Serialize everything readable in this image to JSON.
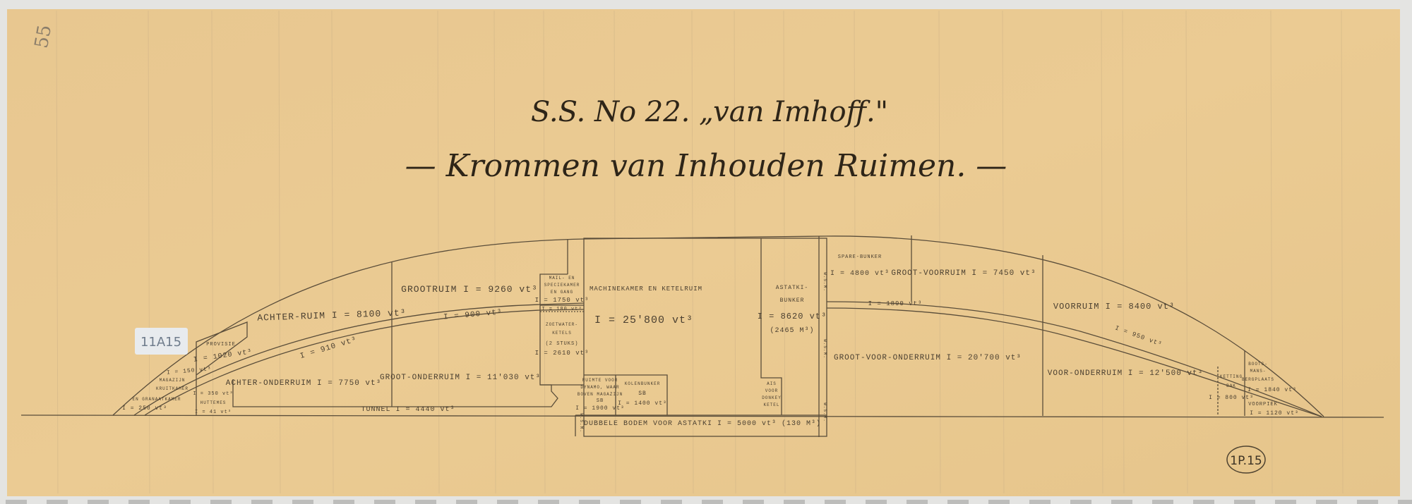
{
  "title": {
    "line1": "S.S. No 22. „van Imhoff.\"",
    "line2": "— Krommen van Inhouden Ruimen. —"
  },
  "annotations": {
    "pencil_mark": "55",
    "catalog_sticker": "11A15",
    "circled_number": "1P.15"
  },
  "labels": {
    "grootruim": "GROOTRUIM I = 9260 vt³",
    "achter_ruim": "ACHTER-RUIM I = 8100 vt³",
    "tween_900": "I = 900 vt³",
    "tween_910": "I = 910 vt³",
    "provisie": "PROVISIE",
    "provisie_i": "I = 1020 vt³",
    "magazijn_i": "I = 150 vt³",
    "magazijn": "MAGAZIJN",
    "kruitkamer": "KRUITKAMER",
    "kruitkamer_i": "I = 350 vt³",
    "granaatkamer": "EN GRANAATKAMER",
    "granaatkamer_i": "I = 250 vt³",
    "huttemes": "HUTTEMES",
    "huttemes_i": "I = 41 vt³",
    "achter_onderruim": "ACHTER-ONDERRUIM I = 7750 vt³",
    "groot_onderruim": "GROOT-ONDERRUIM I = 11'030 vt³",
    "tunnel": "TUNNEL I = 4440 vt³",
    "mail_1": "MAIL- EN",
    "mail_2": "SPECIEKAMER",
    "mail_3": "EN GANG",
    "mail_i": "I = 1750 vt³",
    "mail_180": "I = 180 vt³",
    "zoet_1": "ZOETWATER-",
    "zoet_2": "KETELS",
    "zoet_3": "(2 STUKS)",
    "zoet_i": "I = 2610 vt³",
    "machinekamer": "MACHINEKAMER EN KETELRUIM",
    "machinekamer_i": "I = 25'800 vt³",
    "dynamo_1": "RUIMTE VOOR",
    "dynamo_2": "DYNAMO, WAAR",
    "dynamo_3": "BOVEN MAGAZIJN",
    "dynamo_4": "SB",
    "dynamo_i": "I = 1900 vt³",
    "kolen_1": "KOLENBUNKER",
    "kolen_2": "SB",
    "kolen_i": "I = 1400 vt³",
    "dubbele_bodem": "DUBBELE BODEM VOOR ASTATKI I = 5000 vt³ (130 M³)",
    "astatki_1": "ASTATKI-",
    "astatki_2": "BUNKER",
    "astatki_i": "I = 8620 vt³",
    "astatki_m": "(2465 M³)",
    "ais_1": "AIS",
    "ais_2": "VOOR",
    "ais_3": "DONKEY",
    "ais_4": "KETEL",
    "spare": "SPARE-BUNKER",
    "spare_i": "I = 4800 vt³",
    "groot_voorruim": "GROOT-VOORRUIM I = 7450 vt³",
    "tween_1890": "I = 1890 vt³",
    "voorruim": "VOORRUIM I = 8400 vt³",
    "tween_950": "I = 950 vt³",
    "groot_voor_onderruim": "GROOT-VOOR-ONDERRUIM I = 20'700 vt³",
    "voor_onderruim": "VOOR-ONDERRUIM I = 12'500 vt³",
    "ketting_1": "KETTING",
    "ketting_2": "BAK",
    "ketting_i": "I = 800 vt³",
    "boots_1": "BOOTS-",
    "boots_2": "MANS-",
    "boots_3": "BERGPLAATS",
    "boots_i": "I = 1840 vt³",
    "voorpiek": "VOORPIEK",
    "voorpiek_i": "I = 1120 vt³",
    "wsm": "W.S.M."
  },
  "colors": {
    "paper": "#e9c98f",
    "ink": "#4a3f30"
  }
}
